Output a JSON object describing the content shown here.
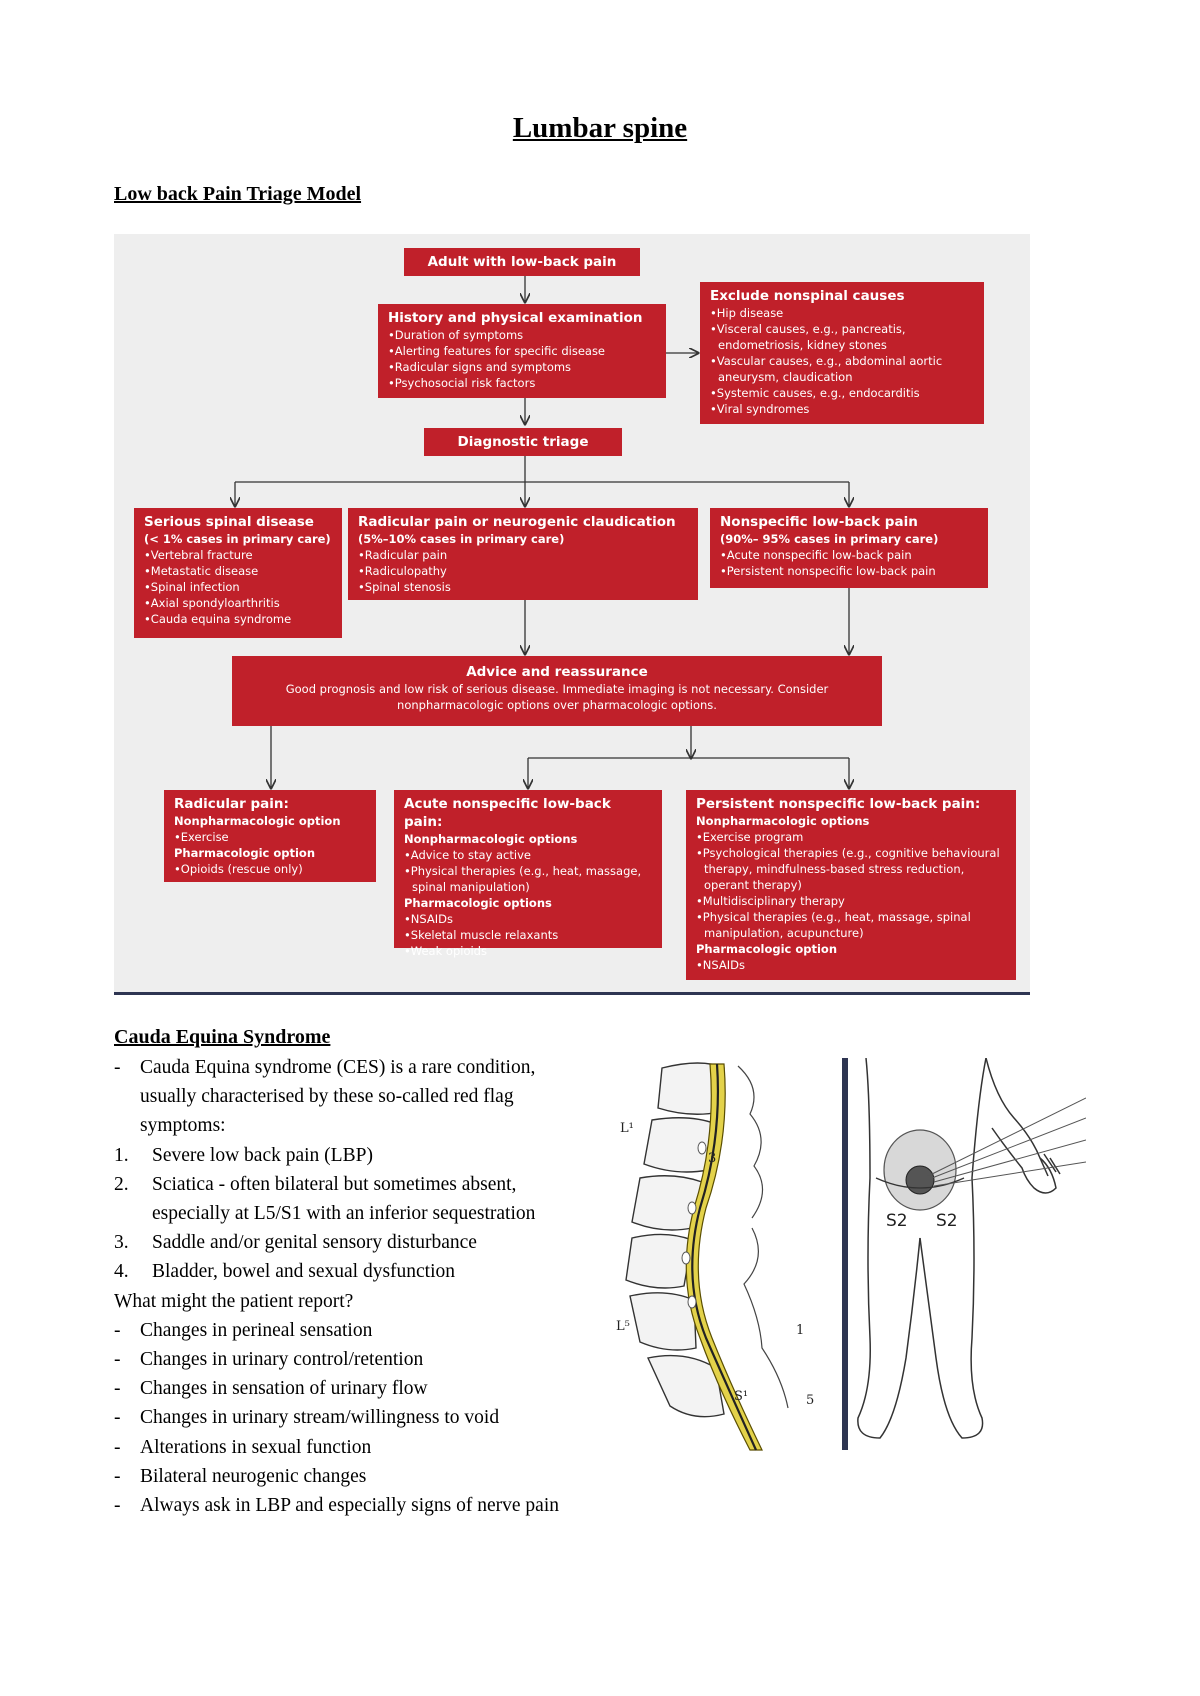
{
  "page": {
    "title": "Lumbar spine",
    "triage_heading": "Low back Pain Triage Model",
    "cauda_heading": "Cauda Equina Syndrome"
  },
  "colors": {
    "box_red": "#c0202a",
    "flow_bg": "#eeeeee",
    "rule_navy": "#2e3552"
  },
  "flowchart": {
    "adult": "Adult with low-back pain",
    "history": {
      "title": "History and physical examination",
      "items": [
        "•Duration of symptoms",
        "•Alerting features for specific disease",
        "•Radicular signs and symptoms",
        "•Psychosocial risk factors"
      ]
    },
    "exclude": {
      "title": "Exclude nonspinal causes",
      "items": [
        "•Hip disease",
        "•Visceral causes, e.g., pancreatis, endometriosis, kidney stones",
        "•Vascular causes, e.g., abdominal aortic aneurysm, claudication",
        "•Systemic causes, e.g., endocarditis",
        "•Viral syndromes"
      ]
    },
    "triage": "Diagnostic triage",
    "serious": {
      "title": "Serious spinal disease",
      "sub": "(< 1% cases in primary care)",
      "items": [
        "•Vertebral fracture",
        "•Metastatic disease",
        "•Spinal infection",
        "•Axial spondyloarthritis",
        "•Cauda equina syndrome"
      ]
    },
    "radicular": {
      "title": "Radicular pain or neurogenic claudication",
      "sub": "(5%–10% cases in primary care)",
      "items": [
        "•Radicular pain",
        "•Radiculopathy",
        "•Spinal stenosis"
      ]
    },
    "nonspecific": {
      "title": "Nonspecific low-back pain",
      "sub": "(90%– 95% cases in primary care)",
      "items": [
        "•Acute nonspecific low-back pain",
        "•Persistent nonspecific low-back pain"
      ]
    },
    "advice": {
      "title": "Advice and reassurance",
      "text": "Good prognosis and low risk of serious disease. Immediate imaging is not necessary. Consider nonpharmacologic options over pharmacologic options."
    },
    "rad_treat": {
      "title": "Radicular pain:",
      "nonpharm": "Nonpharmacologic option",
      "nonpharm_items": [
        "•Exercise"
      ],
      "pharm": "Pharmacologic option",
      "pharm_items": [
        "•Opioids (rescue only)"
      ]
    },
    "acute_treat": {
      "title": "Acute nonspecific low-back pain:",
      "nonpharm": "Nonpharmacologic options",
      "nonpharm_items": [
        "•Advice to stay active",
        "•Physical therapies (e.g., heat, massage, spinal manipulation)"
      ],
      "pharm": "Pharmacologic options",
      "pharm_items": [
        "•NSAIDs",
        "•Skeletal muscle relaxants",
        "•Weak opioids"
      ]
    },
    "persist_treat": {
      "title": "Persistent nonspecific low-back pain:",
      "nonpharm": "Nonpharmacologic options",
      "nonpharm_items": [
        "•Exercise program",
        "•Psychological therapies (e.g., cognitive behavioural therapy, mindfulness-based stress reduction, operant therapy)",
        "•Multidisciplinary therapy",
        "•Physical therapies (e.g., heat, massage, spinal manipulation, acupuncture)"
      ],
      "pharm": "Pharmacologic option",
      "pharm_items": [
        "•NSAIDs"
      ]
    }
  },
  "cauda": {
    "intro": "Cauda Equina syndrome (CES) is a rare condition, usually characterised by these so-called red flag symptoms:",
    "red_flags": [
      "Severe low back pain (LBP)",
      "Sciatica - often bilateral but sometimes absent, especially at L5/S1 with an inferior sequestration",
      "Saddle and/or genital sensory disturbance",
      "Bladder, bowel and sexual dysfunction"
    ],
    "question": "What might the patient report?",
    "reports": [
      "Changes in perineal sensation",
      "Changes in urinary control/retention",
      "Changes in sensation of urinary flow",
      "Changes in urinary stream/willingness to void",
      "Alterations in sexual function",
      "Bilateral neurogenic changes",
      "Always ask in LBP and especially signs of nerve pain"
    ]
  },
  "illustration": {
    "spine_labels": [
      "L¹",
      "L⁵",
      "S¹",
      "1",
      "5",
      "3"
    ],
    "body_labels": [
      "S2",
      "S2"
    ]
  }
}
